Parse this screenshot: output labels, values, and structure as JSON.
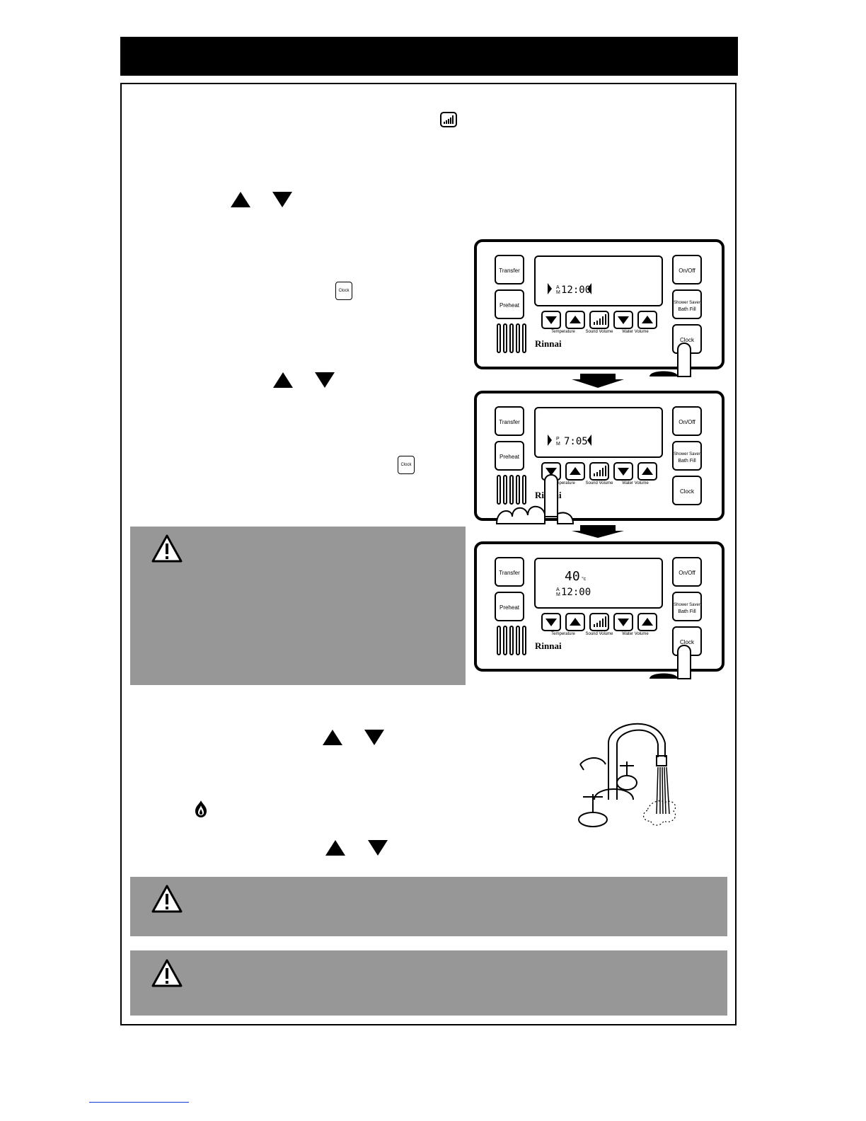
{
  "panels": [
    {
      "left_buttons": [
        "Transfer",
        "Preheat"
      ],
      "right_buttons": [
        "On/Off",
        "Shower Saver",
        "Bath Fill",
        "Clock"
      ],
      "ampm": [
        "A",
        "M"
      ],
      "time": "12:00",
      "temp": "",
      "temp_unit": "",
      "flashing": true,
      "labels": [
        "Temperature",
        "Sound Volume",
        "Water Volume"
      ],
      "brand": "Rinnai"
    },
    {
      "left_buttons": [
        "Transfer",
        "Preheat"
      ],
      "right_buttons": [
        "On/Off",
        "Shower Saver",
        "Bath Fill",
        "Clock"
      ],
      "ampm": [
        "P",
        "M"
      ],
      "time": "7:05",
      "temp": "",
      "temp_unit": "",
      "flashing": true,
      "labels": [
        "Temperature",
        "Sound Volume",
        "Water Volume"
      ],
      "brand": "Rinnai"
    },
    {
      "left_buttons": [
        "Transfer",
        "Preheat"
      ],
      "right_buttons": [
        "On/Off",
        "Shower Saver",
        "Bath Fill",
        "Clock"
      ],
      "ampm": [
        "A",
        "M"
      ],
      "time": "12:00",
      "temp": "40",
      "temp_unit": "°c",
      "flashing": false,
      "labels": [
        "Temperature",
        "Sound Volume",
        "Water Volume"
      ],
      "brand": "Rinnai"
    }
  ],
  "mini_clock_label": "Clock",
  "colors": {
    "gray_box": "#979797",
    "ink": "#000000",
    "footer_link": "#1a3cd8"
  },
  "icons": [
    "sound-volume-icon",
    "arrow-up-icon",
    "arrow-down-icon",
    "clock-key-icon",
    "warning-icon",
    "flame-icon",
    "faucet-illustration",
    "hand-press-icon"
  ]
}
